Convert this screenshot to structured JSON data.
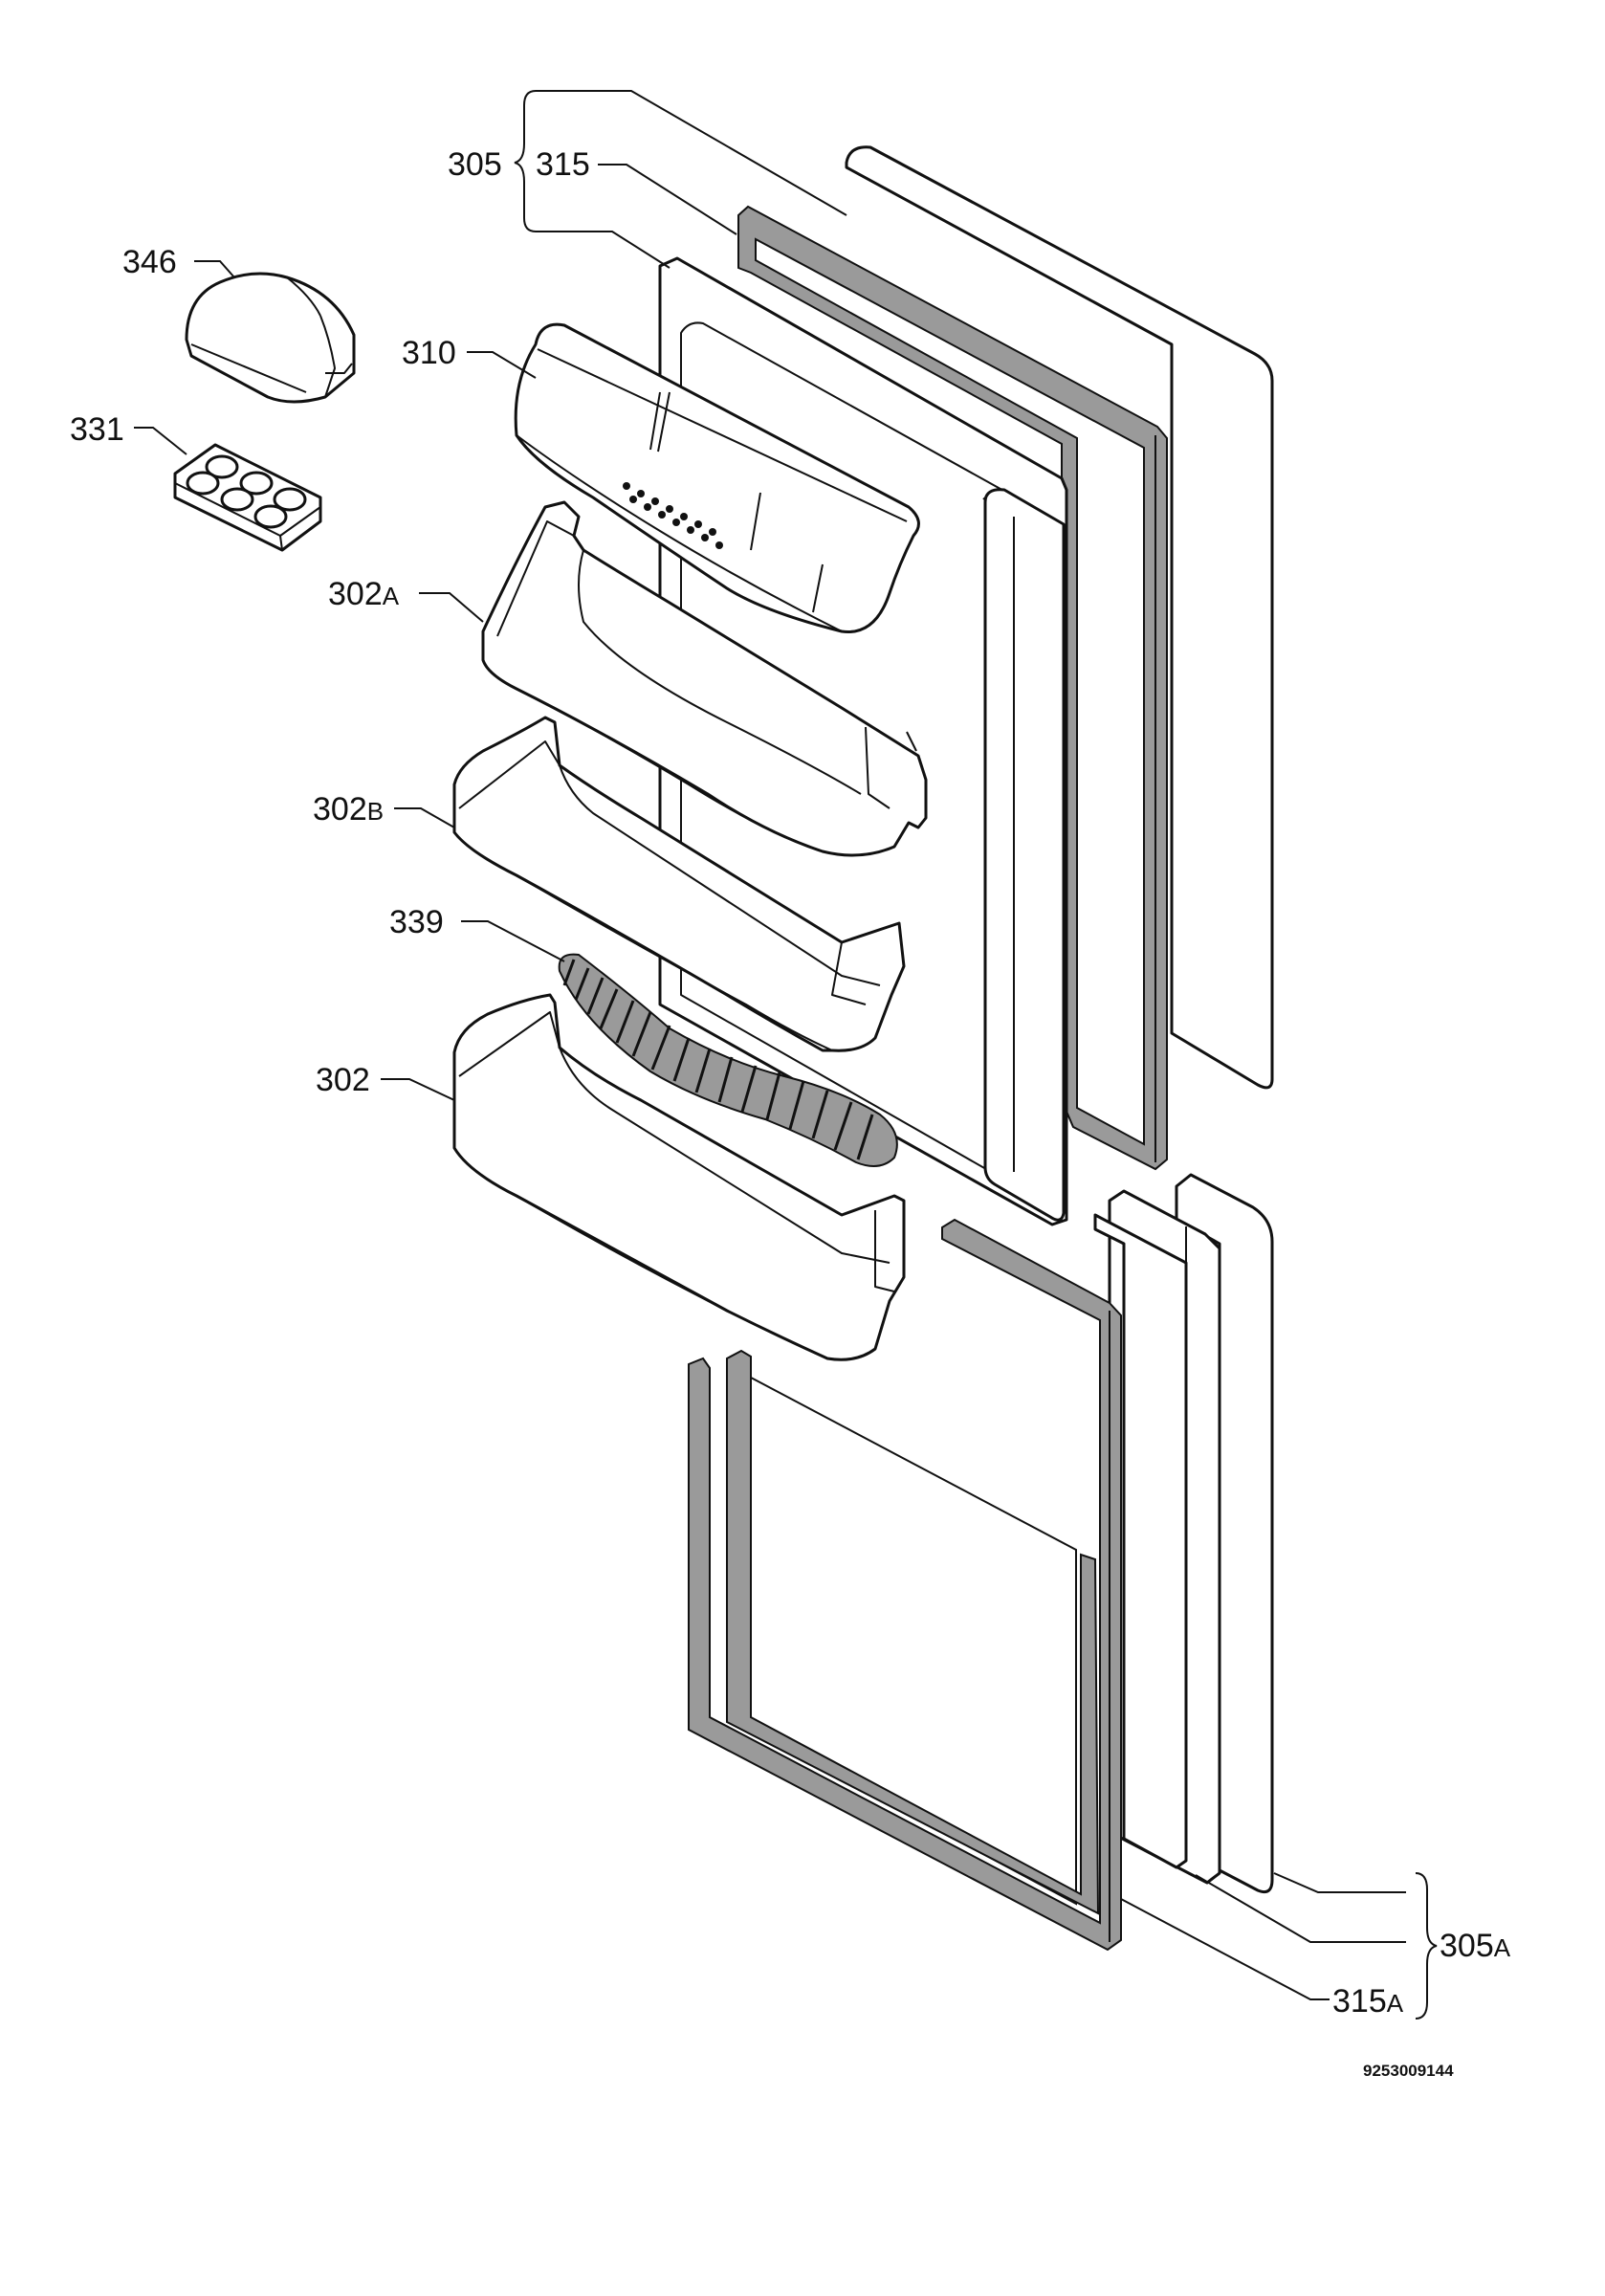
{
  "labels": {
    "l305": "305",
    "l315": "315",
    "l346": "346",
    "l310": "310",
    "l331": "331",
    "l302a": "302",
    "l302a_suffix": "A",
    "l302b": "302",
    "l302b_suffix": "B",
    "l339": "339",
    "l302": "302",
    "l305a": "305",
    "l305a_suffix": "A",
    "l315a": "315",
    "l315a_suffix": "A"
  },
  "drawing_code": "9253009144",
  "colors": {
    "line": "#111111",
    "gasket": "#9a9a9a",
    "background": "#ffffff"
  }
}
